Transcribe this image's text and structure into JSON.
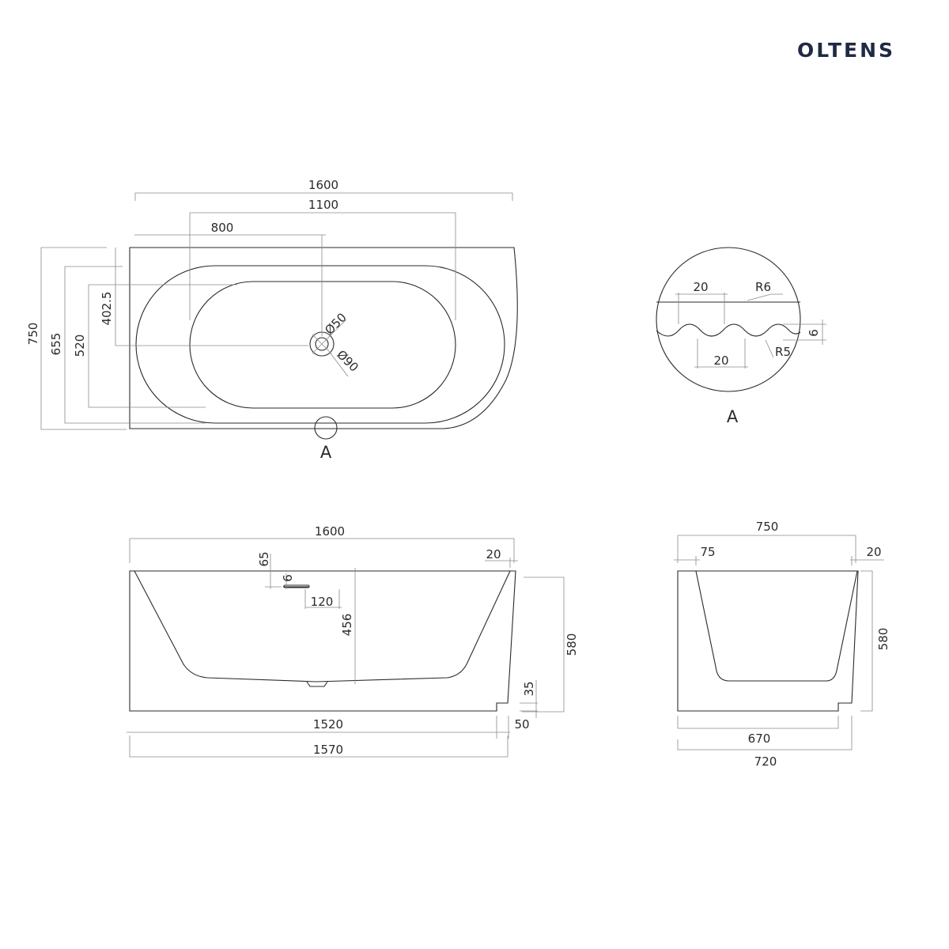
{
  "brand": {
    "logo": "OLTENS",
    "color": "#1f2a44"
  },
  "top_view": {
    "dims": {
      "length": "1600",
      "inner_length": "1100",
      "drain_x": "800",
      "width": "750",
      "outer_rim": "655",
      "inner_rim": "520",
      "drain_y": "402.5",
      "drain_d1": "Ø50",
      "drain_d2": "Ø90"
    },
    "detail_marker": "A"
  },
  "detail_a": {
    "pitch_top": "20",
    "radius_top": "R6",
    "depth": "6",
    "radius_bottom": "R5",
    "pitch_bottom": "20",
    "label": "A"
  },
  "front_view": {
    "length": "1600",
    "edge": "20",
    "overflow_from_top": "65",
    "overflow_height": "6",
    "overflow_width": "120",
    "depth": "456",
    "height": "580",
    "notch_height": "35",
    "notch_width": "50",
    "base_length": "1520",
    "bottom_length": "1570"
  },
  "side_view": {
    "width": "750",
    "wall_left": "75",
    "wall_right": "20",
    "height": "580",
    "base_width": "670",
    "bottom_width": "720"
  }
}
